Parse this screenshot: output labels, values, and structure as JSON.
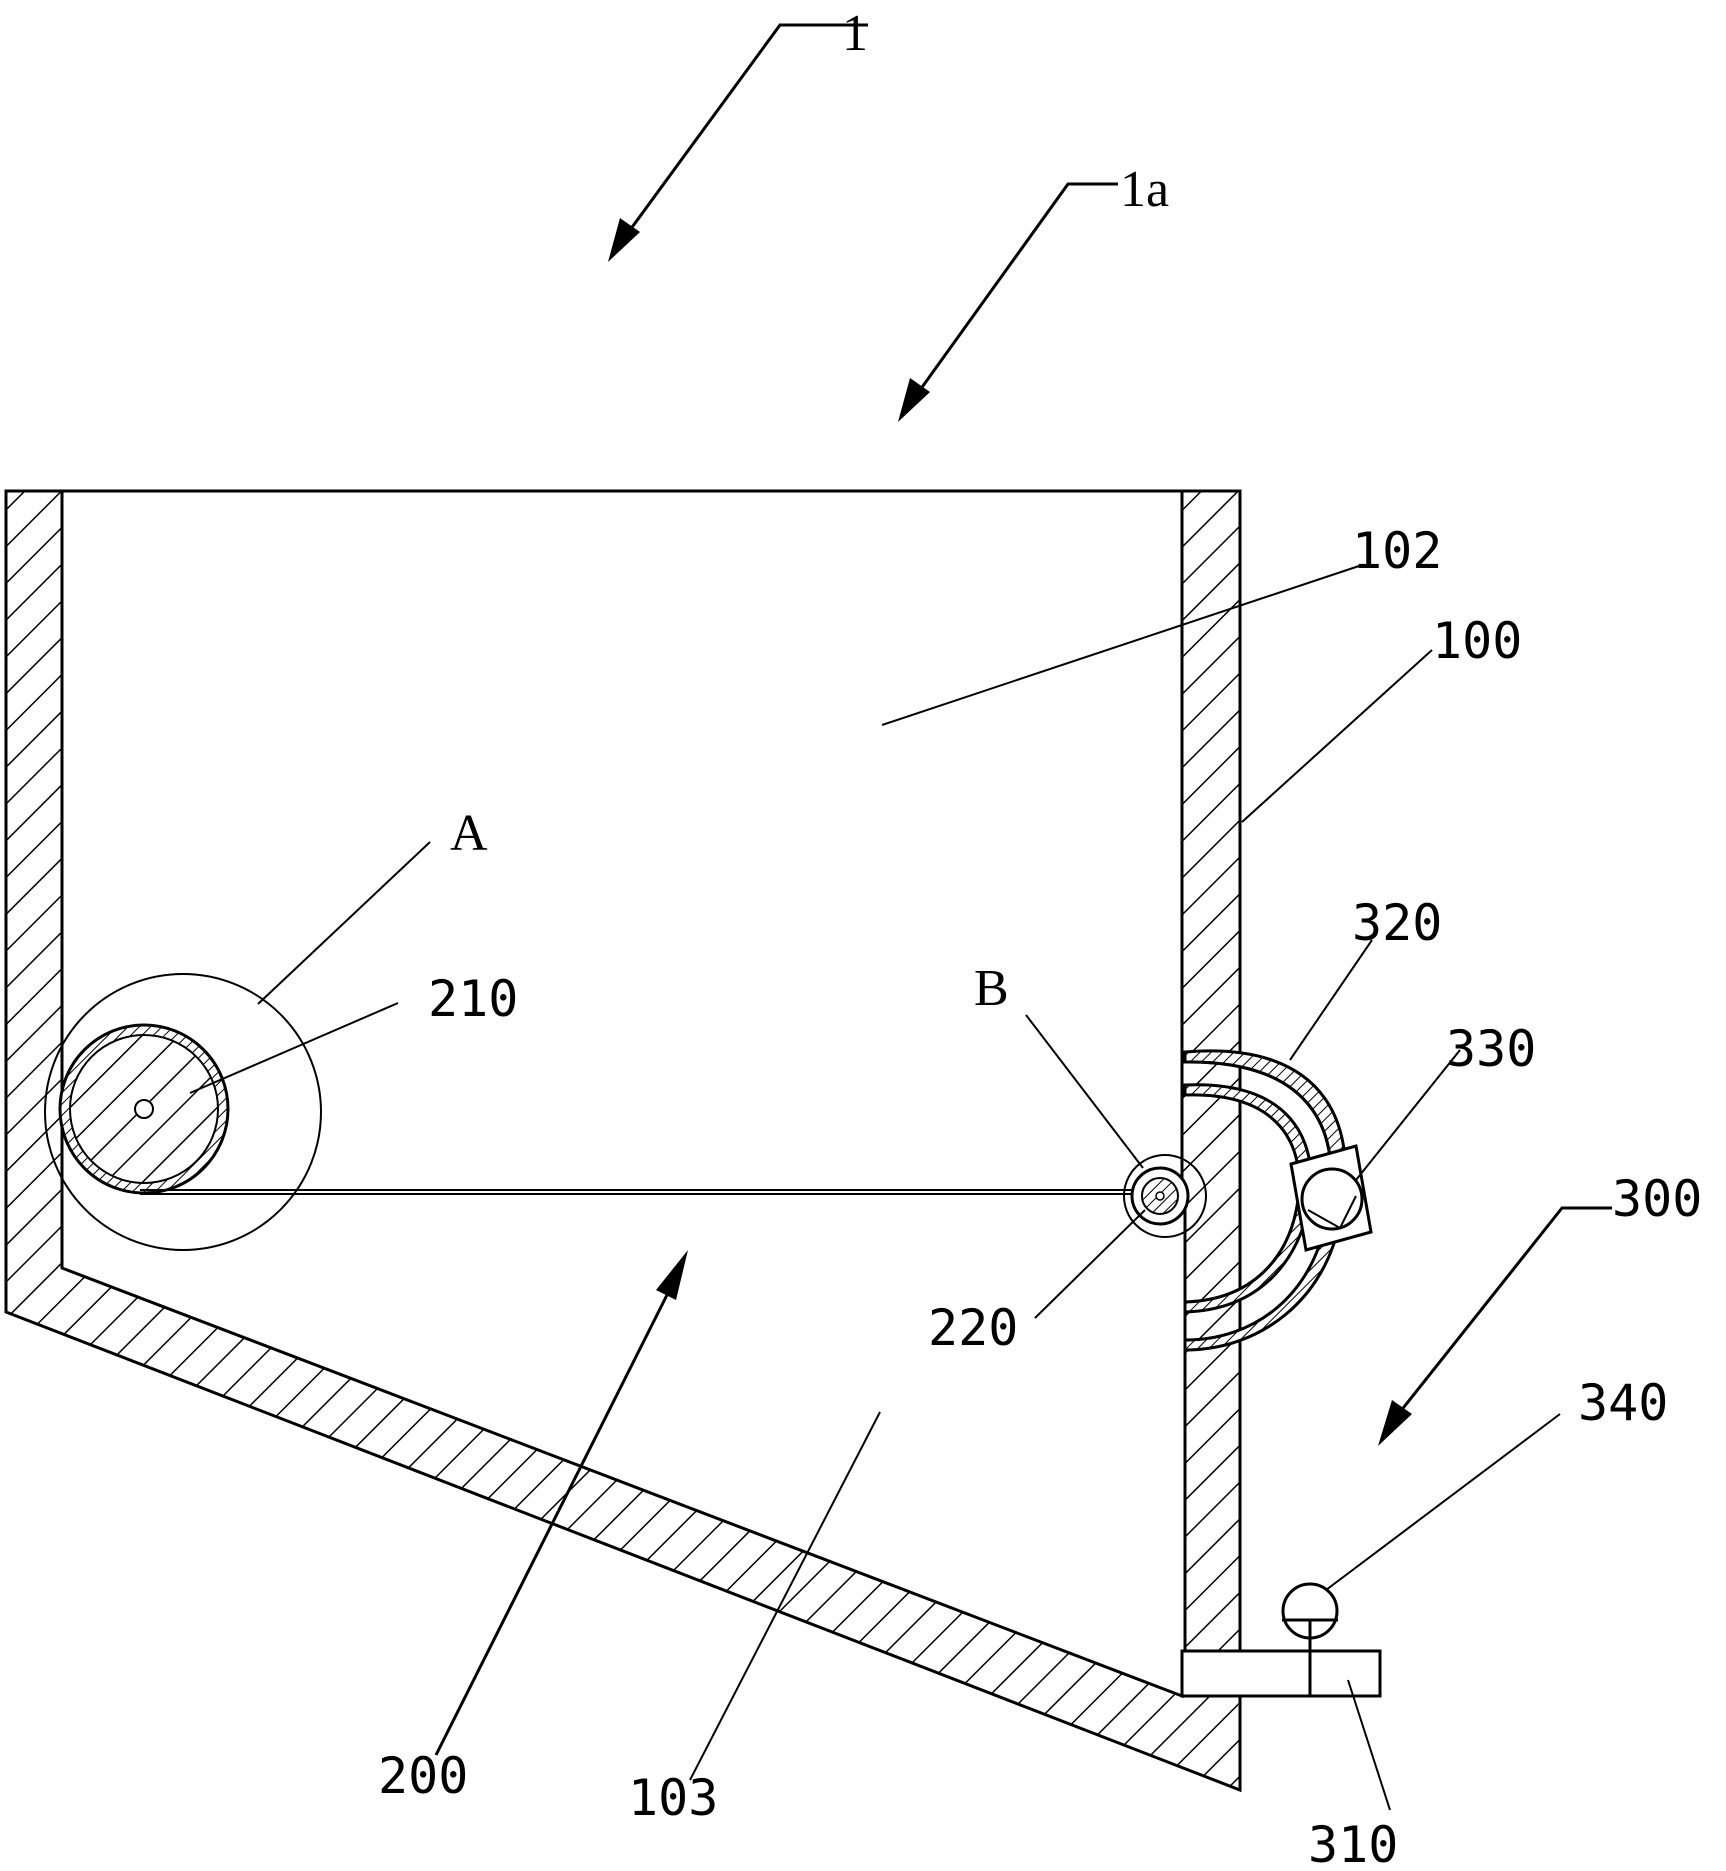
{
  "figure": {
    "labels": {
      "l1": "1",
      "l1a": "1a",
      "l102": "102",
      "l100": "100",
      "lA": "A",
      "l210": "210",
      "lB": "B",
      "l320": "320",
      "l330": "330",
      "l300": "300",
      "l220": "220",
      "l340": "340",
      "l200": "200",
      "l103": "103",
      "l310": "310"
    }
  }
}
